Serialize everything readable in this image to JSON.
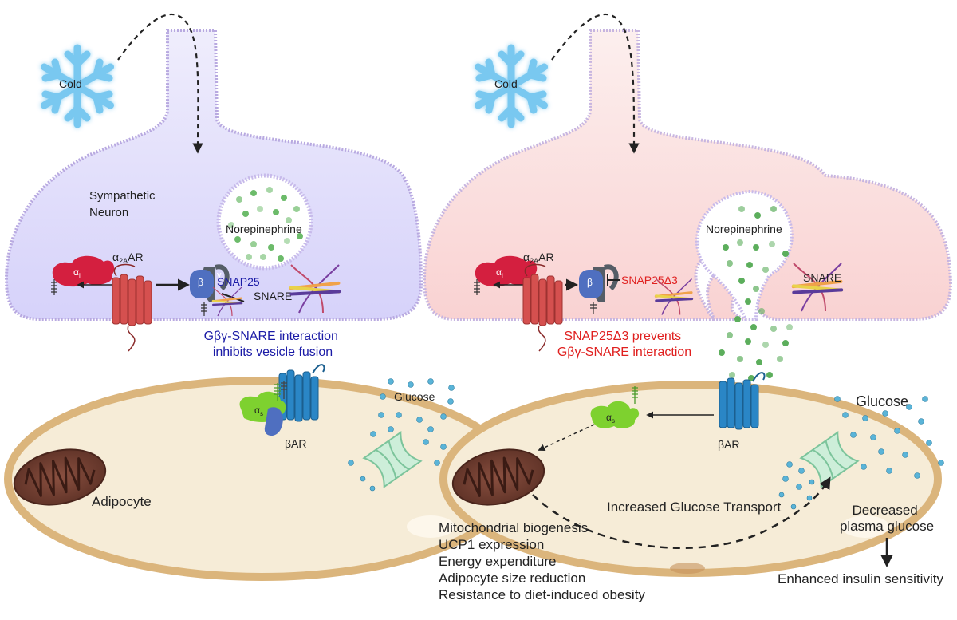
{
  "left_panel": {
    "cold": "Cold",
    "neuron_label_line1": "Sympathetic",
    "neuron_label_line2": "Neuron",
    "norepinephrine": "Norepinephrine",
    "alpha_i": "α",
    "alpha_i_sub": "i",
    "a2a_prefix": "α",
    "a2a_sub": "2A",
    "a2a_suffix": "AR",
    "beta": "β",
    "gamma": "γ",
    "snap25": "SNAP25",
    "snare": "SNARE",
    "caption_line1": "Gβγ-SNARE interaction",
    "caption_line2": "inhibits vesicle fusion",
    "alpha_s": "α",
    "alpha_s_sub": "s",
    "bar": "βAR",
    "glucose": "Glucose",
    "adipocyte": "Adipocyte"
  },
  "right_panel": {
    "cold": "Cold",
    "norepinephrine": "Norepinephrine",
    "alpha_i": "α",
    "alpha_i_sub": "i",
    "a2a_prefix": "α",
    "a2a_sub": "2A",
    "a2a_suffix": "AR",
    "beta": "β",
    "gamma": "γ",
    "snap25d3": "SNAP25Δ3",
    "snare": "SNARE",
    "caption_line1": "SNAP25Δ3 prevents",
    "caption_line2": "Gβγ-SNARE interaction",
    "alpha_s": "α",
    "alpha_s_sub": "s",
    "bar": "βAR",
    "glucose": "Glucose",
    "transport": "Increased Glucose Transport",
    "decreased_line1": "Decreased",
    "decreased_line2": "plasma glucose",
    "insulin": "Enhanced insulin sensitivity",
    "outcomes": [
      "Mitochondrial biogenesis",
      "UCP1 expression",
      "Energy expenditure",
      "Adipocyte size reduction",
      "Resistance to diet-induced obesity"
    ]
  },
  "colors": {
    "neuron_left": "#dcd8fb",
    "neuron_right": "#fbd9d9",
    "membrane": "#b8a9e0",
    "cold_blue": "#4fb3e8",
    "vesicle_green": "#5cae5c",
    "alpha_i_red": "#d41f3f",
    "receptor_red": "#d5504f",
    "gbg_blue": "#4f6fc0",
    "gbg_gray": "#555d66",
    "alpha_s_green": "#7ed12f",
    "bar_blue": "#2a86c6",
    "glucose_blue": "#5ab4d8",
    "cell_fill": "#f6ecd7",
    "cell_border": "#dbb57c",
    "mito_brown": "#6b3b2f",
    "transporter_green": "#bfe8cf",
    "caption_blue": "#1a1aa6",
    "caption_red": "#e0201f"
  }
}
